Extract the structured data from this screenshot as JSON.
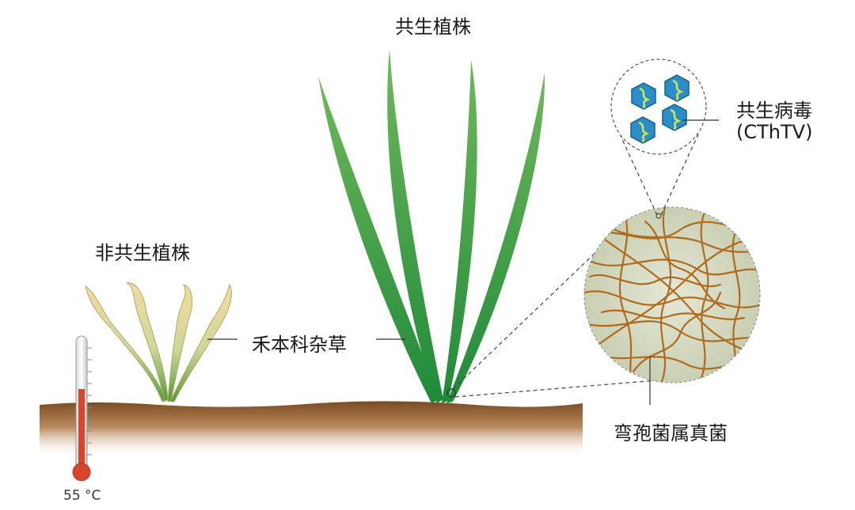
{
  "labels": {
    "symbiotic_plant": "共生植株",
    "non_symbiotic_plant": "非共生植株",
    "grass": "禾本科杂草",
    "virus_line1": "共生病毒",
    "virus_line2": "(CThTV)",
    "fungus": "弯孢菌属真菌",
    "temperature": "55 °C"
  },
  "colors": {
    "soil_top": "#8a5a2c",
    "healthy_leaf": "#3fa64a",
    "wilted_leaf": "#eed79a",
    "hyphae": "#b06a1e",
    "virus_fill": "#2a8fc8",
    "thermometer_red": "#d8452b"
  }
}
